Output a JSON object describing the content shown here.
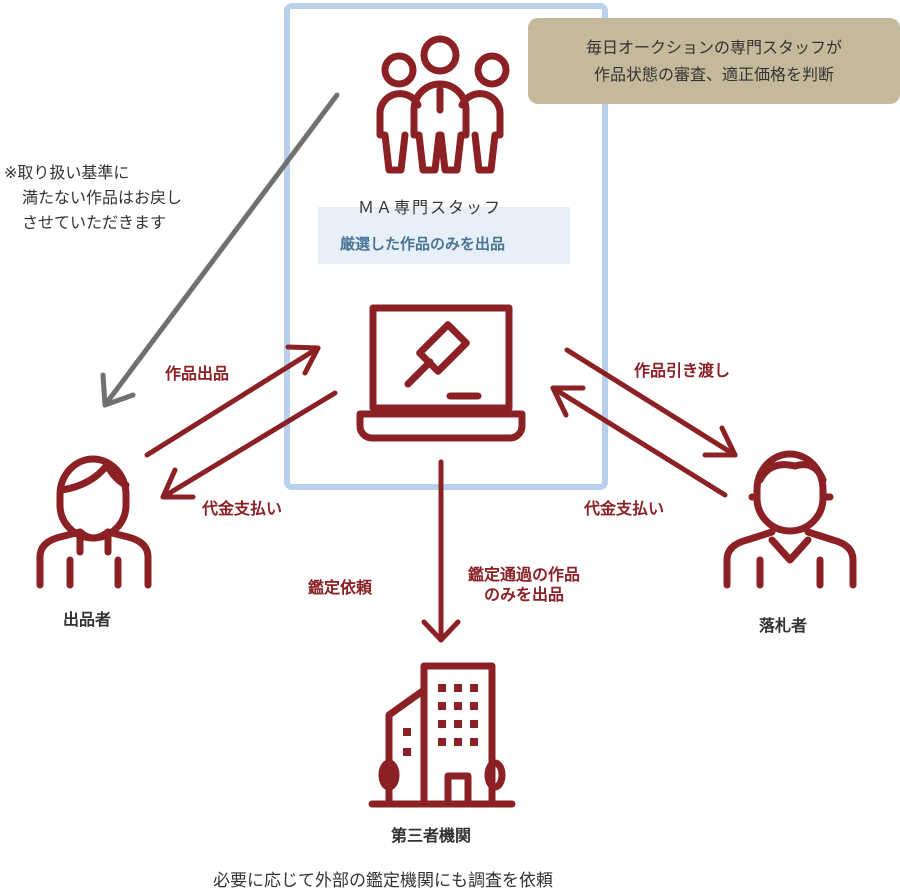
{
  "staff": {
    "title": "ＭＡ専門スタッフ",
    "subtitle": "厳選した作品のみを出品"
  },
  "note": {
    "line1": "毎日オークションの専門スタッフが",
    "line2": "作品状態の審査、適正価格を判断"
  },
  "return_note": {
    "line1": "※取り扱い基準に",
    "line2": "満たない作品はお戻し",
    "line3": "させていただきます"
  },
  "seller": {
    "label": "出品者"
  },
  "buyer": {
    "label": "落札者"
  },
  "third_party": {
    "label": "第三者機関",
    "caption": "必要に応じて外部の鑑定機関にも調査を依頼"
  },
  "arrows": {
    "listing": "作品出品",
    "payment_left": "代金支払い",
    "delivery": "作品引き渡し",
    "payment_right": "代金支払い",
    "appraisal_request": "鑑定依頼",
    "appraisal_pass_1": "鑑定通過の作品",
    "appraisal_pass_2": "のみを出品"
  },
  "colors": {
    "accent": "#8b2025",
    "frame": "#b8d0ec",
    "note_bg": "#c4b99a",
    "return_arrow": "#707070"
  }
}
